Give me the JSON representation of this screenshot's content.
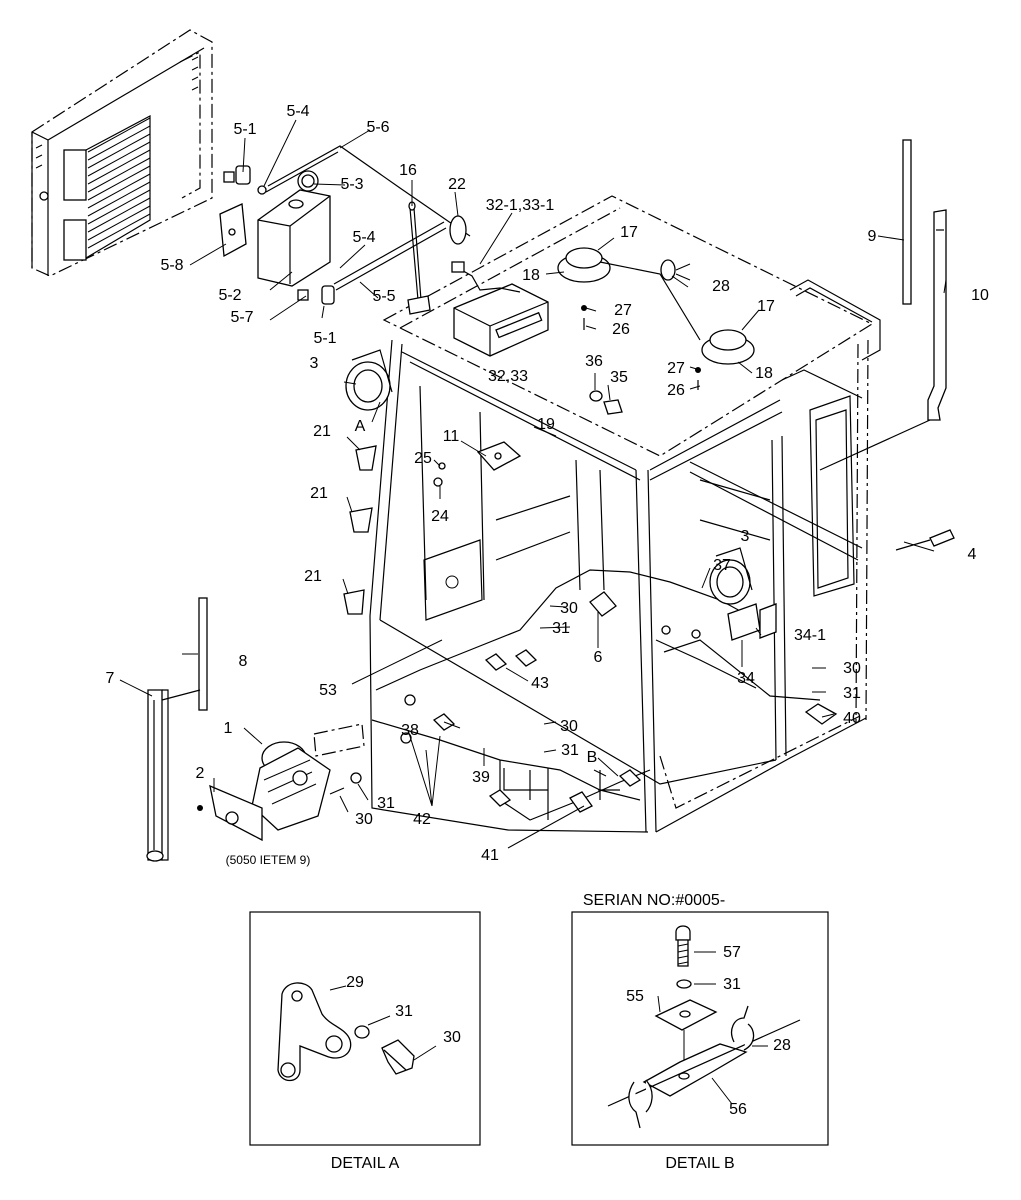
{
  "diagram": {
    "labels": [
      "1",
      "2",
      "3",
      "3",
      "4",
      "5-1",
      "5-1",
      "5-2",
      "5-3",
      "5-4",
      "5-4",
      "5-5",
      "5-6",
      "5-7",
      "5-8",
      "6",
      "7",
      "8",
      "9",
      "10",
      "11",
      "16",
      "17",
      "17",
      "18",
      "18",
      "19",
      "21",
      "21",
      "21",
      "22",
      "24",
      "25",
      "26",
      "26",
      "27",
      "27",
      "28",
      "30",
      "30",
      "30",
      "30",
      "31",
      "31",
      "31",
      "31",
      "32,33",
      "32-1,33-1",
      "34",
      "34-1",
      "35",
      "36",
      "37",
      "38",
      "39",
      "40",
      "41",
      "42",
      "43",
      "53",
      "A",
      "B"
    ],
    "note": "(5050 IETEM 9)",
    "detail_b_header": "SERIAN NO:#0005-",
    "detail_a": {
      "caption": "DETAIL A",
      "labels": [
        "29",
        "31",
        "30"
      ]
    },
    "detail_b": {
      "caption": "DETAIL B",
      "labels": [
        "57",
        "31",
        "55",
        "28",
        "56"
      ]
    }
  }
}
